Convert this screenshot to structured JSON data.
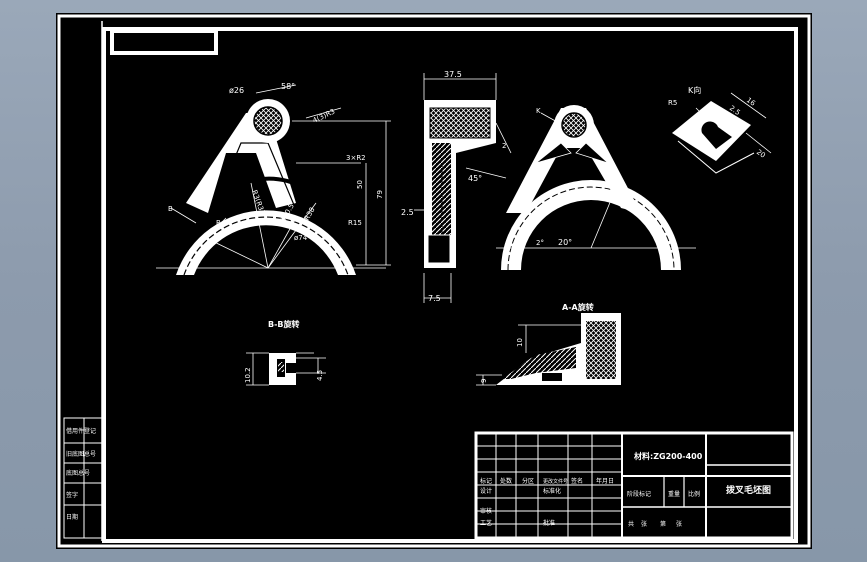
{
  "labels": {
    "dia_26": "ø26",
    "angle_58": "58°",
    "r_x4": "4(3)R3",
    "dim_3xr2": "3×R2",
    "dim_50": "50",
    "dim_79": "79",
    "r_15": "R15",
    "r_74": "ø74",
    "r_50_5": "R50.5",
    "r_38": "R38",
    "r_rad": "R3(R3)",
    "b_left": "B",
    "b_right": "B",
    "dim_37_5": "37.5",
    "dim_45": "45°",
    "dim_2_5": "2.5",
    "dim_7_5": "7.5",
    "dim_2": "2",
    "k_left": "K",
    "angle_2": "2°",
    "angle_20": "20°",
    "k_view": "K向",
    "r5": "R5",
    "k16": "16",
    "k2_5": "2.5",
    "k20": "20",
    "bb_title": "B-B旋转",
    "bb_10_2": "10.2",
    "bb_4_5": "4.5",
    "aa_title": "A-A旋转",
    "aa_10": "10",
    "aa_9": "9"
  },
  "title_block": {
    "material": "材料:ZG200-400",
    "drawing_name": "拨叉毛坯图",
    "stage_mark": "阶段标记",
    "weight": "重量",
    "scale": "比例",
    "header_1": "标记",
    "header_2": "处数",
    "header_3": "分区",
    "header_4": "更改文件号",
    "header_5": "签名",
    "header_6": "年月日",
    "design": "设计",
    "standard": "标准化",
    "review": "审核",
    "process": "工艺",
    "approve": "批准",
    "share": "共",
    "sheet": "第",
    "zhang1": "张",
    "zhang2": "张"
  },
  "side_strip": {
    "row1": "借用件登记",
    "row2": "旧底图总号",
    "row3": "底图总号",
    "row4": "签字",
    "row5": "日期"
  },
  "colors": {
    "page_bg": "#8f9db0",
    "drawing_bg": "#000000",
    "ink": "#ffffff",
    "hatch": "#c8c8c8"
  }
}
